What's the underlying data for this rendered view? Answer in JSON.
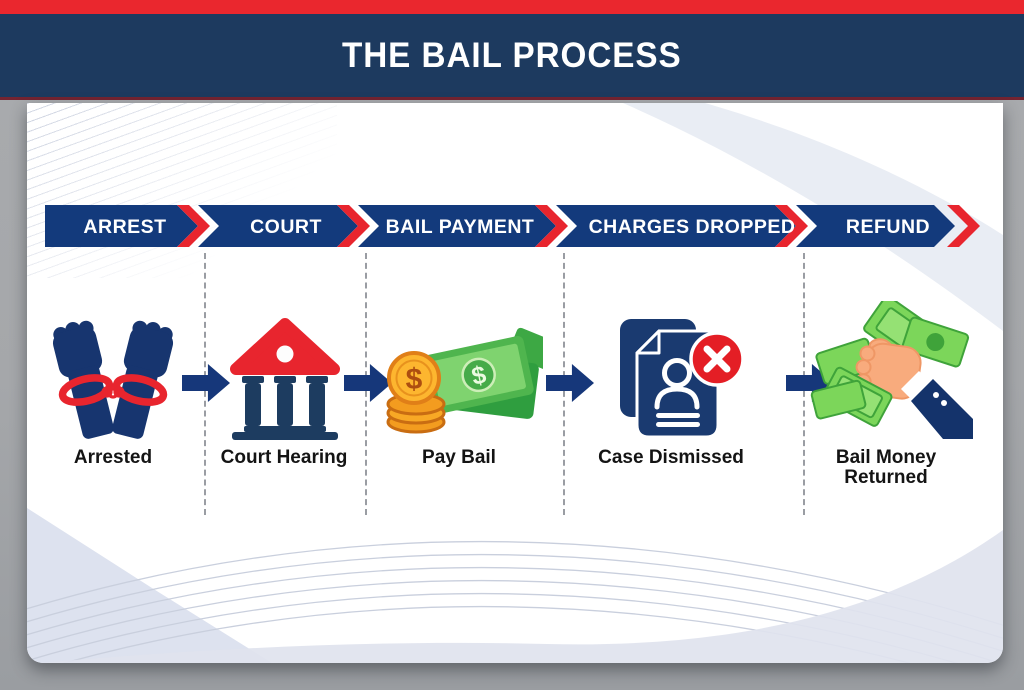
{
  "header": {
    "title": "THE BAIL PROCESS"
  },
  "process_bar": {
    "steps": [
      "ARREST",
      "COURT",
      "BAIL PAYMENT",
      "CHARGES DROPPED",
      "REFUND"
    ]
  },
  "stages": [
    {
      "bar_label": "ARREST",
      "caption": "Arrested",
      "icon": "handcuffed-fists-icon"
    },
    {
      "bar_label": "COURT",
      "caption": "Court Hearing",
      "icon": "courthouse-icon"
    },
    {
      "bar_label": "BAIL PAYMENT",
      "caption": "Pay Bail",
      "icon": "coins-and-banknotes-icon"
    },
    {
      "bar_label": "CHARGES DROPPED",
      "caption": "Case Dismissed",
      "icon": "dismissed-case-file-icon"
    },
    {
      "bar_label": "REFUND",
      "caption": "Bail Money Returned",
      "icon": "hand-returning-money-icon"
    }
  ],
  "icons": {
    "currency_symbol": "$"
  },
  "colors": {
    "accent_red": "#e8252e",
    "top_strip_red": "#ea272e",
    "navy_header": "#1d3a5f",
    "bar_blue": "#133a7c",
    "icon_navy": "#17356f",
    "money_green": "#5bbf58",
    "coin_gold": "#fdb62f",
    "page_gray": "#a6a8ab"
  }
}
